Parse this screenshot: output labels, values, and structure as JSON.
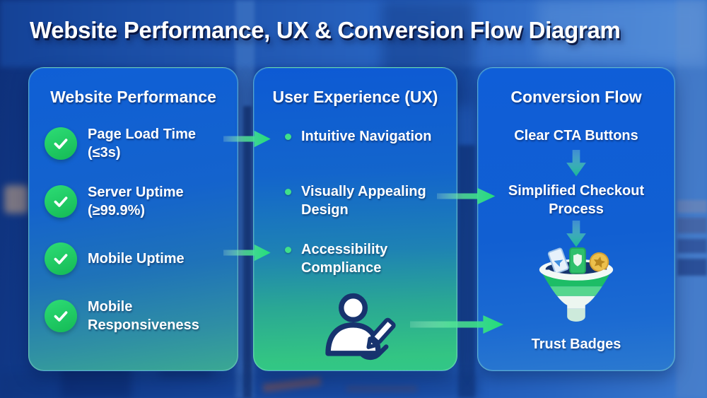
{
  "title": "Website Performance, UX & Conversion Flow Diagram",
  "panels": {
    "performance": {
      "heading": "Website Performance",
      "items": [
        {
          "line1": "Page Load Time",
          "line2": "(≤3s)"
        },
        {
          "line1": "Server Uptime",
          "line2": "(≥99.9%)"
        },
        {
          "line1": "Mobile Uptime",
          "line2": ""
        },
        {
          "line1": "Mobile",
          "line2": "Responsiveness"
        }
      ]
    },
    "ux": {
      "heading": "User Experience (UX)",
      "items": [
        "Intuitive Navigation",
        "Visually Appealing Design",
        "Accessibility Compliance"
      ]
    },
    "conversion": {
      "heading": "Conversion Flow",
      "steps": [
        "Clear CTA Buttons",
        "Simplified Checkout Process",
        "Trust Badges"
      ]
    }
  },
  "icons": {
    "check": "check-icon",
    "bullet": "bullet-dot",
    "arrow_right": "arrow-right-icon",
    "arrow_down": "arrow-down-icon",
    "person": "person-writing-icon",
    "funnel": "conversion-funnel-icon"
  },
  "colors": {
    "accent_green": "#2ee57e",
    "check_green": "#1ec765",
    "teal_arrow": "#1fc29b",
    "panel_blue_top": "#0f5ed6",
    "panel_green_bottom": "#31c787",
    "background_blue": "#1a4da6",
    "text": "#ffffff"
  }
}
